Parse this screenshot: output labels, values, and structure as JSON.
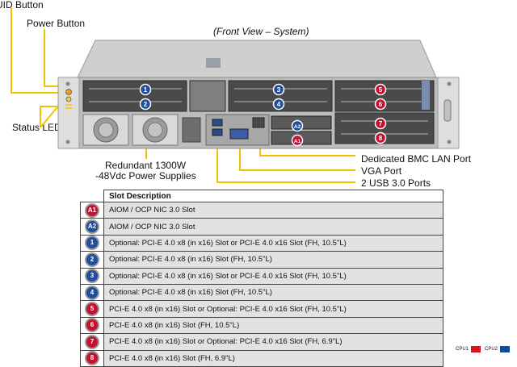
{
  "caption": "(Front View – System)",
  "callouts": {
    "uid_button": "UID Button",
    "power_button": "Power Button",
    "status_leds": "Status LEDs",
    "psu_line1": "Redundant  1300W",
    "psu_line2": "-48Vdc Power Supplies",
    "bmc_lan": "Dedicated BMC LAN Port",
    "vga": "VGA Port",
    "usb": "2 USB 3.0 Ports"
  },
  "chassis_badges": [
    {
      "id": "1",
      "cpu": "CPU2"
    },
    {
      "id": "2",
      "cpu": "CPU2"
    },
    {
      "id": "3",
      "cpu": "CPU2"
    },
    {
      "id": "4",
      "cpu": "CPU2"
    },
    {
      "id": "5",
      "cpu": "CPU1"
    },
    {
      "id": "6",
      "cpu": "CPU1"
    },
    {
      "id": "7",
      "cpu": "CPU1"
    },
    {
      "id": "8",
      "cpu": "CPU1"
    },
    {
      "id": "A2",
      "cpu": "CPU2"
    },
    {
      "id": "A1",
      "cpu": "CPU1"
    }
  ],
  "table": {
    "header": "Slot Description",
    "rows": [
      {
        "badge": "A1",
        "cpu": "CPU1",
        "desc": "AIOM / OCP NIC 3.0 Slot"
      },
      {
        "badge": "A2",
        "cpu": "CPU2",
        "desc": "AIOM / OCP NIC 3.0 Slot"
      },
      {
        "badge": "1",
        "cpu": "CPU2",
        "desc": "Optional: PCI-E 4.0 x8 (in x16) Slot or PCI-E 4.0 x16 Slot (FH, 10.5\"L)"
      },
      {
        "badge": "2",
        "cpu": "CPU2",
        "desc": "Optional: PCI-E 4.0 x8 (in x16) Slot (FH, 10.5\"L)"
      },
      {
        "badge": "3",
        "cpu": "CPU2",
        "desc": "Optional: PCI-E 4.0 x8 (in x16) Slot or PCI-E 4.0 x16 Slot (FH, 10.5\"L)"
      },
      {
        "badge": "4",
        "cpu": "CPU2",
        "desc": "Optional: PCI-E 4.0 x8 (in x16) Slot (FH, 10.5\"L)"
      },
      {
        "badge": "5",
        "cpu": "CPU1",
        "desc": "PCI-E 4.0 x8 (in x16) Slot or Optional: PCI-E 4.0 x16 Slot (FH, 10.5\"L)"
      },
      {
        "badge": "6",
        "cpu": "CPU1",
        "desc": "PCI-E 4.0 x8 (in x16) Slot (FH, 10.5\"L)"
      },
      {
        "badge": "7",
        "cpu": "CPU1",
        "desc": "PCI-E 4.0 x8 (in x16) Slot or Optional: PCI-E 4.0 x16 Slot (FH, 6.9\"L)"
      },
      {
        "badge": "8",
        "cpu": "CPU1",
        "desc": "PCI-E 4.0 x8 (in x16) Slot (FH, 6.9\"L)"
      }
    ]
  },
  "legend": {
    "cpu1": "CPU1",
    "cpu2": "CPU2"
  },
  "colors": {
    "CPU1": "#c8102e",
    "CPU2": "#1f4e9c",
    "callout_line": "#f2c200",
    "chassis": "#c9c9c9",
    "row_fill": "#e2e2e2"
  }
}
